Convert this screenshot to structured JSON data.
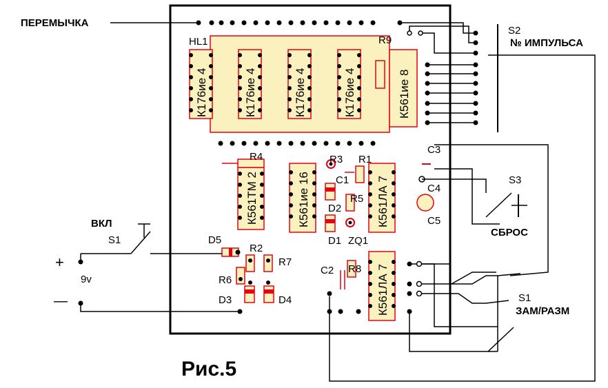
{
  "figure_caption": "Рис.5",
  "labels": {
    "jumper": "ПЕРЕМЫЧКА",
    "hl1": "HL1",
    "s2": "S2",
    "pulse_no": "№ ИМПУЛЬСА",
    "s3": "S3",
    "reset": "СБРОС",
    "vkl": "ВКЛ",
    "s1_left": "S1",
    "s1_right": "S1",
    "zam": "ЗАМ/РАЗМ",
    "plus": "+",
    "minus": "—",
    "battery": "9v"
  },
  "chips": {
    "k176_1": "К176ие 4",
    "k176_2": "К176ие 4",
    "k176_3": "К176ие 4",
    "k176_4": "К176ие 4",
    "k561ie8": "К561ие 8",
    "k561tm2": "К561ТМ 2",
    "k561ie16": "К561ие 16",
    "k561la7_a": "К561ЛА 7",
    "k561la7_b": "К561ЛА 7"
  },
  "parts": {
    "r9": "R9",
    "r4": "R4",
    "r3": "R3",
    "r1": "R1",
    "c1": "C1",
    "r5": "R5",
    "d2": "D2",
    "d1": "D1",
    "zq1": "ZQ1",
    "c3": "C3",
    "c4": "C4",
    "c5": "C5",
    "d5": "D5",
    "r2": "R2",
    "r7": "R7",
    "r6": "R6",
    "d3": "D3",
    "d4": "D4",
    "c2": "C2",
    "r8": "R8"
  },
  "colors": {
    "ink": "#000000",
    "outline": "#e8000f",
    "body_fill": "#fbf1bf",
    "diode": "#e8000f"
  }
}
